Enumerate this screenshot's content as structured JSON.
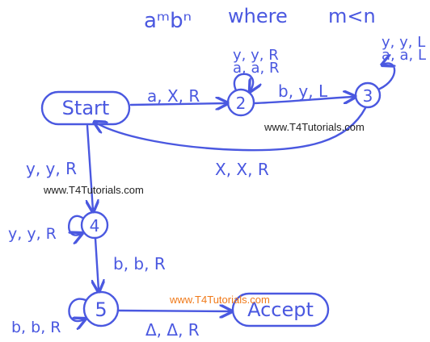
{
  "title": {
    "expression": "aᵐbⁿ",
    "where": "where",
    "condition": "m<n"
  },
  "states": {
    "start": "Start",
    "q2": "2",
    "q3": "3",
    "q4": "4",
    "q5": "5",
    "accept": "Accept"
  },
  "transitions": {
    "start_to_2": "a, X, R",
    "loop2_top": "y, y, R",
    "loop2_bottom": "a, a, R",
    "two_to_3": "b, y, L",
    "loop3_top": "y, y, L",
    "loop3_bottom": "a, a, L",
    "three_to_start": "X, X, R",
    "start_to_4": "y, y, R",
    "loop4": "y, y, R",
    "four_to_5": "b, b, R",
    "loop5": "b, b, R",
    "five_to_accept": "Δ, Δ, R"
  },
  "watermarks": {
    "w1": "www.T4Tutorials.com",
    "w2": "www.T4Tutorials.com",
    "w3": "www.T4Tutorials.com"
  },
  "colors": {
    "ink": "#4a58e0",
    "watermark_dark": "#222222",
    "watermark_orange": "#f07a1a"
  }
}
